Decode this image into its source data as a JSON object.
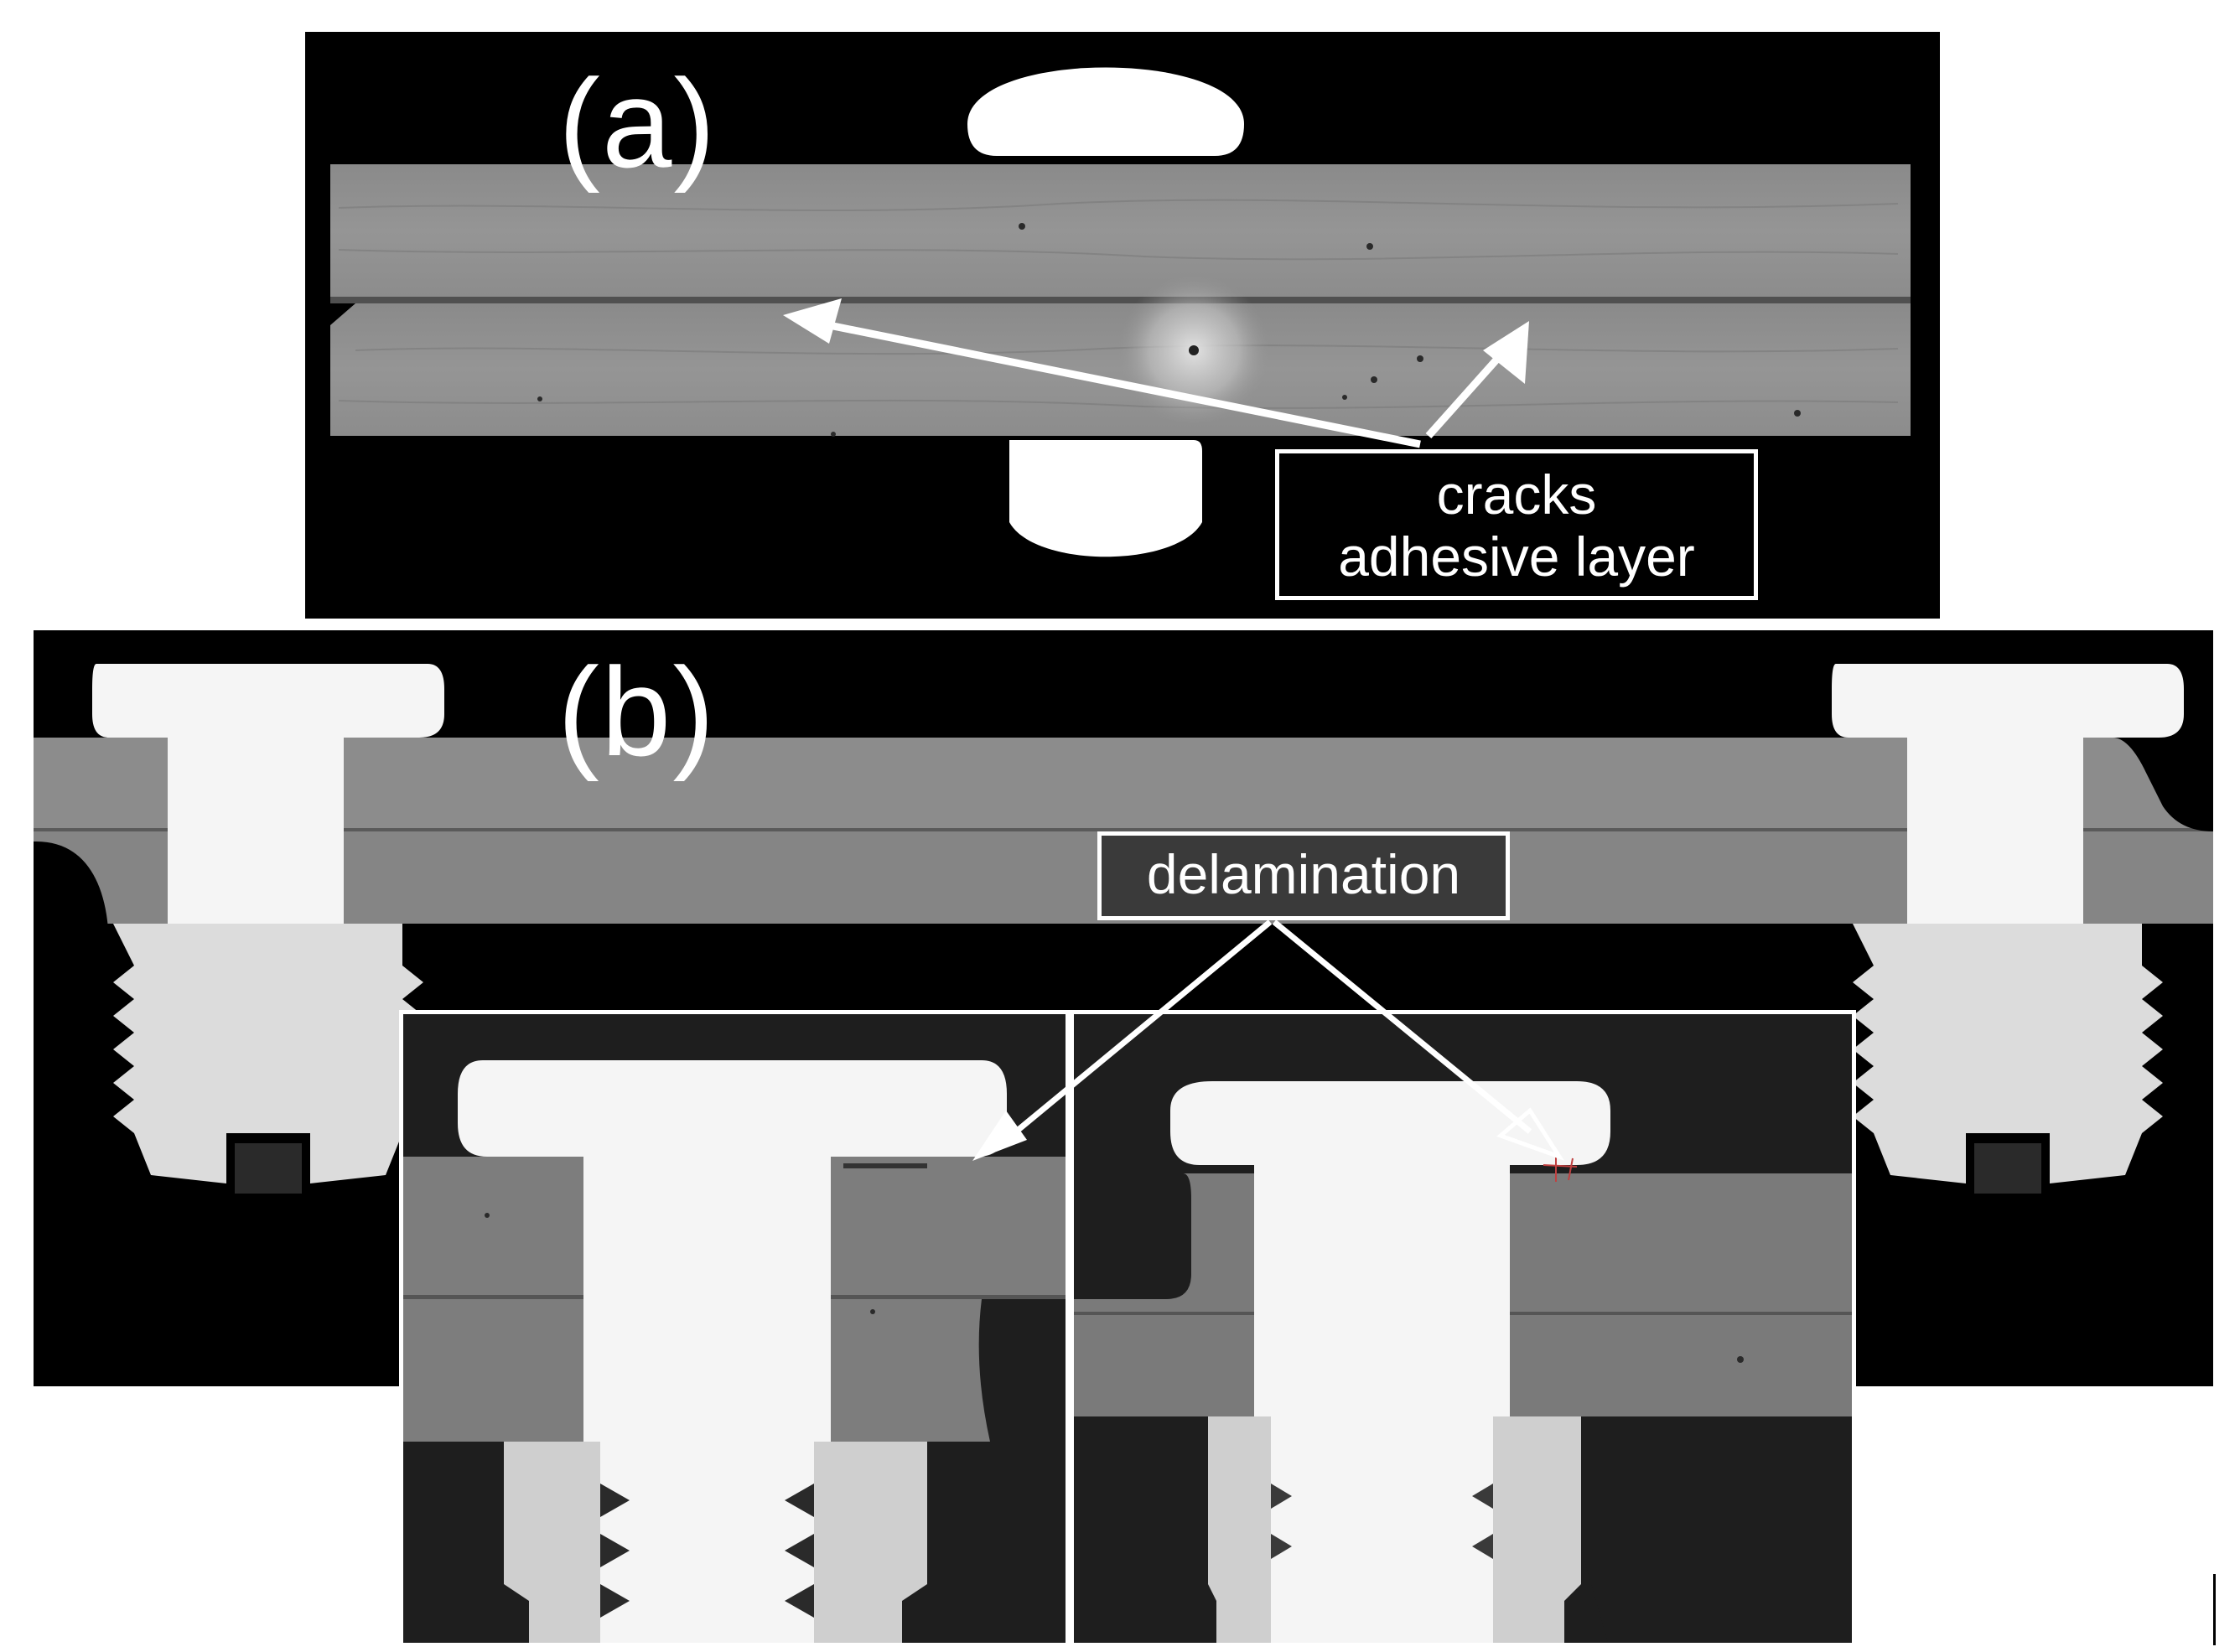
{
  "figure": {
    "panel_a": {
      "label": "(a)",
      "callout": {
        "line1": "cracks",
        "line2": "adhesive layer"
      }
    },
    "panel_b": {
      "label": "(b)",
      "callout": "delamination"
    }
  },
  "colors": {
    "background": "#000000",
    "laminate": "#8f8f8f",
    "metal": "#f2f2f2",
    "annotation": "#ffffff"
  }
}
